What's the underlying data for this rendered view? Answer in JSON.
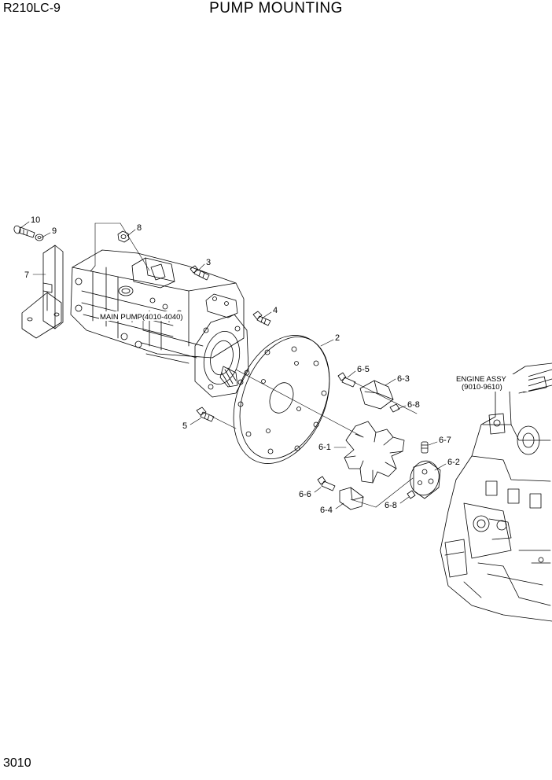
{
  "header": {
    "model": "R210LC-9",
    "title": "PUMP MOUNTING"
  },
  "page_number": "3010",
  "references": {
    "main_pump": "MAIN PUMP(4010-4040)",
    "engine_line1": "ENGINE ASSY",
    "engine_line2": "(9010-9610)"
  },
  "callouts": {
    "c10": "10",
    "c9": "9",
    "c8": "8",
    "c7": "7",
    "c3": "3",
    "c4": "4",
    "c2": "2",
    "c5": "5",
    "c6_5": "6-5",
    "c6_3": "6-3",
    "c6_8a": "6-8",
    "c6_1": "6-1",
    "c6_7": "6-7",
    "c6_2": "6-2",
    "c6_6": "6-6",
    "c6_4": "6-4",
    "c6_8b": "6-8"
  }
}
